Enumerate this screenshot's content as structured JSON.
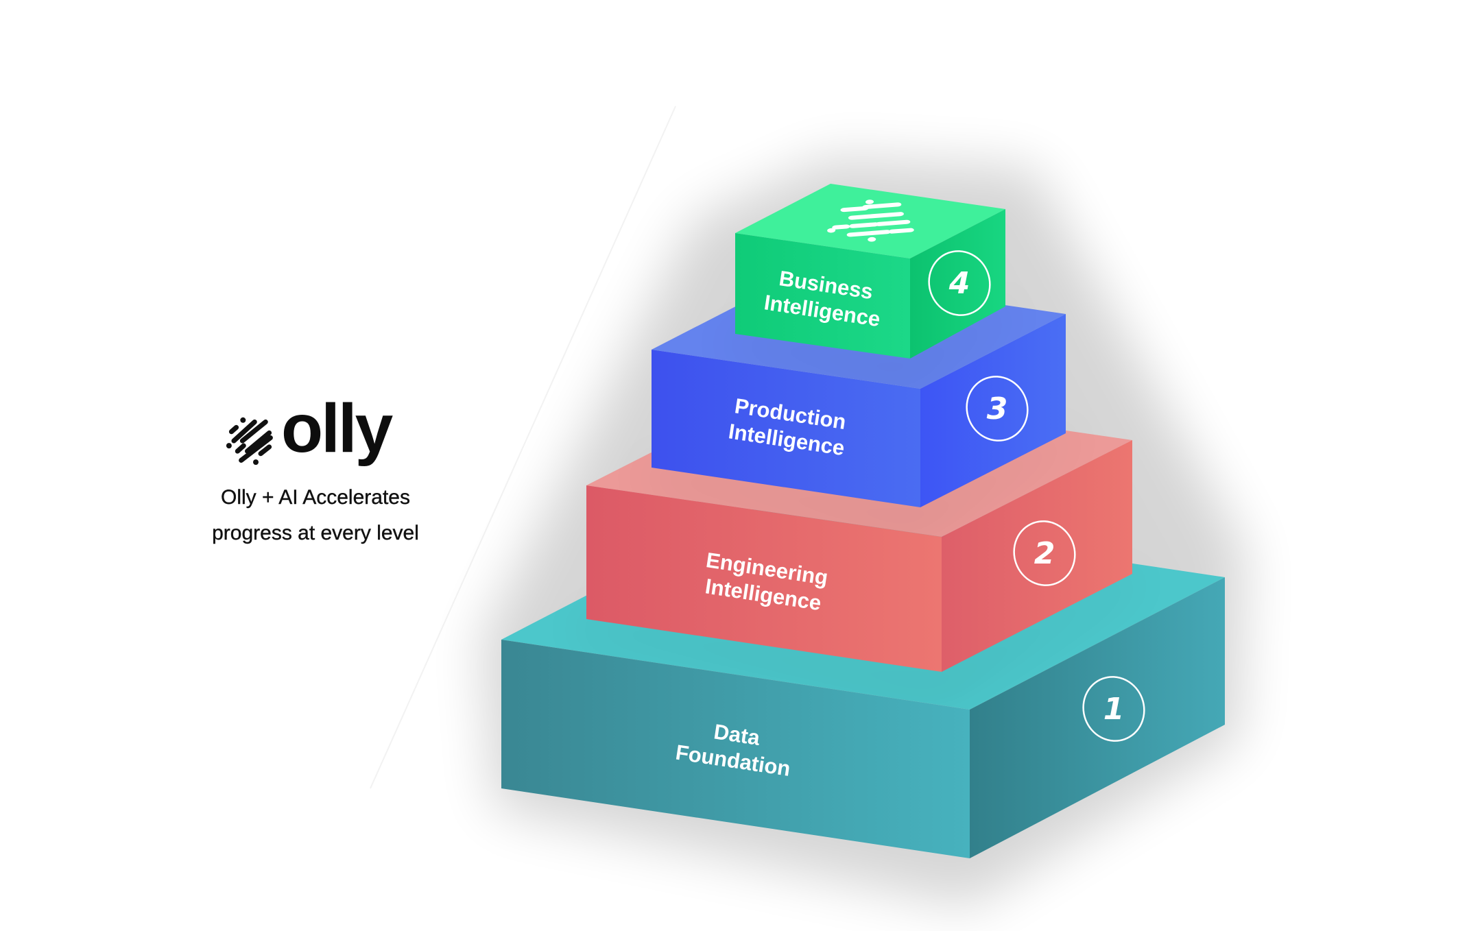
{
  "brand": {
    "name": "olly",
    "icon": "olly-logo-icon"
  },
  "tagline": {
    "line1": "Olly + AI Accelerates",
    "line2": "progress at every level"
  },
  "pyramid": {
    "levels": [
      {
        "number": "1",
        "label_line1": "Data",
        "label_line2": "Foundation",
        "colors": {
          "top": "#4CC7CB",
          "front_a": "#3A8793",
          "front_b": "#47B2BE",
          "right_a": "#32808B",
          "right_b": "#45A8B6"
        }
      },
      {
        "number": "2",
        "label_line1": "Engineering",
        "label_line2": "Intelligence",
        "colors": {
          "top": "#EC9A98",
          "front_a": "#DC5A66",
          "front_b": "#EC7671",
          "right_a": "#DE5F69",
          "right_b": "#EC7670"
        }
      },
      {
        "number": "3",
        "label_line1": "Production",
        "label_line2": "Intelligence",
        "colors": {
          "top": "#6483EE",
          "front_a": "#3D51EE",
          "front_b": "#4A6CF2",
          "right_a": "#3D55F5",
          "right_b": "#4A6EF4"
        }
      },
      {
        "number": "4",
        "label_line1": "Business",
        "label_line2": "Intelligence",
        "colors": {
          "top": "#3FF09B",
          "front_a": "#0FCB78",
          "front_b": "#1CD888",
          "right_a": "#0CC26F",
          "right_b": "#18D681"
        },
        "top_icon": "olly-logo-icon"
      }
    ]
  }
}
